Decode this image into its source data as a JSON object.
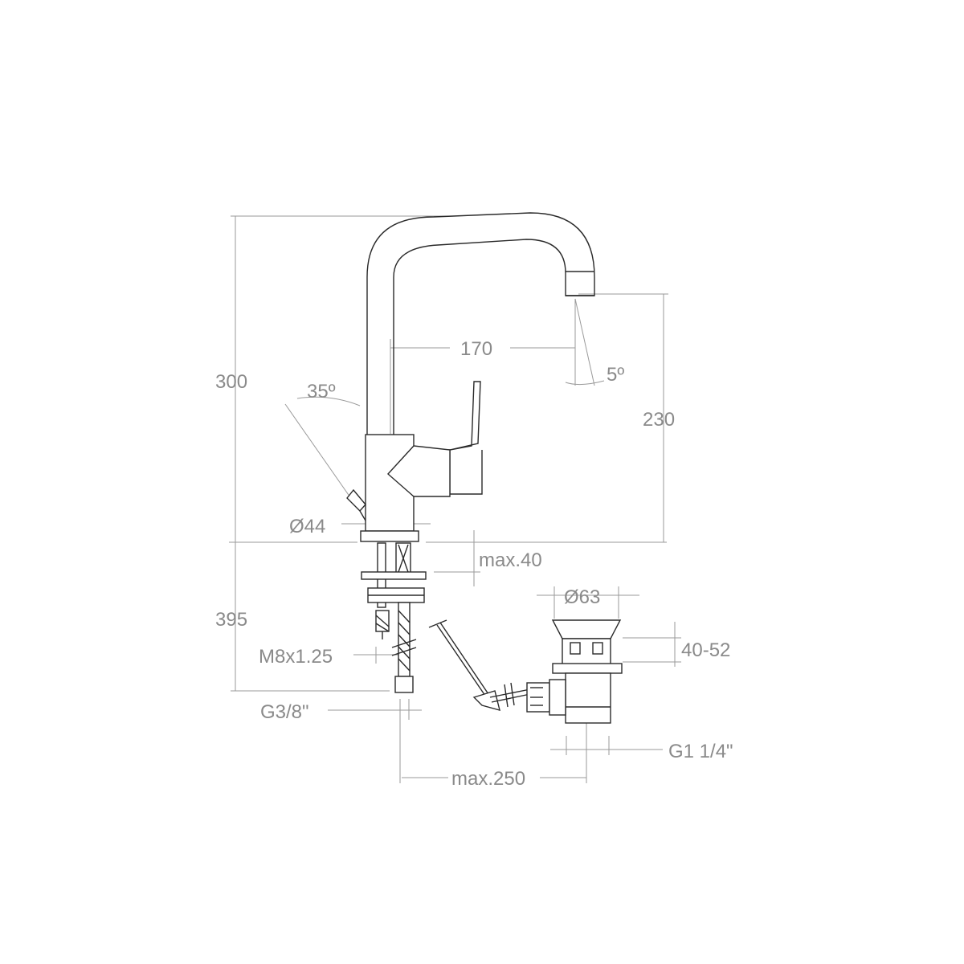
{
  "dimensions": {
    "total_height": "300",
    "spout_reach": "170",
    "spout_height": "230",
    "lever_angle": "35º",
    "spout_angle": "5º",
    "body_diameter": "Ø44",
    "max_deck": "max.40",
    "below_deck": "395",
    "waste_diameter": "Ø63",
    "waste_height": "40-52",
    "threaded_rod": "M8x1.25",
    "hose_connection": "G3/8\"",
    "waste_thread": "G1 1/4\"",
    "max_rod": "max.250"
  },
  "colors": {
    "dimension_line": "#9a9a9a",
    "label_text": "#8a8a8a",
    "outline": "#2a2a2a"
  }
}
